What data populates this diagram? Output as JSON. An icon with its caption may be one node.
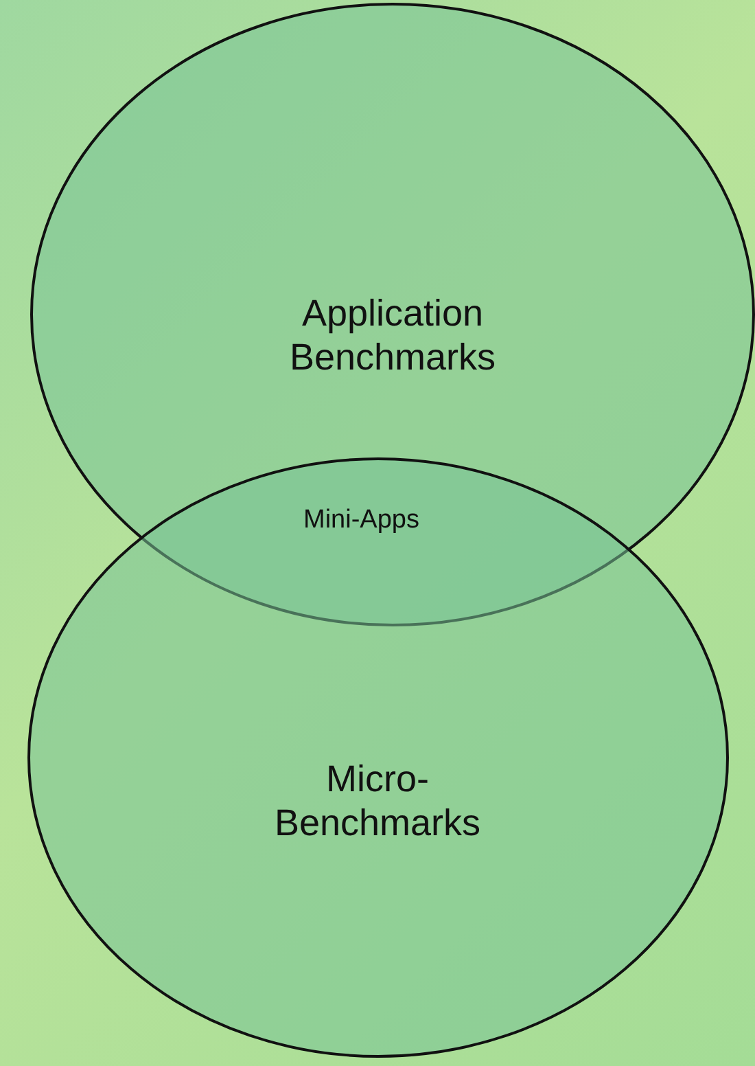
{
  "diagram": {
    "nodes": [
      {
        "text": [
          "Application Benchmarks"
        ]
      },
      {
        "text": [
          "Micro- Benchmarks"
        ]
      }
    ],
    "labels": [
      "Mini-Apps"
    ]
  }
}
